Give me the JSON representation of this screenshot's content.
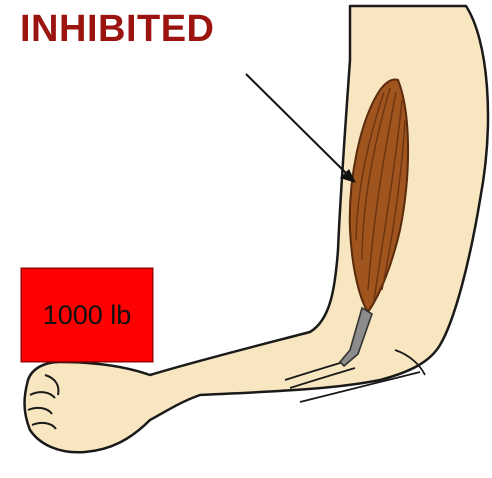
{
  "label": {
    "text": "INHIBITED",
    "color": "#9b1410"
  },
  "weight": {
    "text": "1000 lb",
    "box_color": "#ff0000"
  },
  "colors": {
    "skin": "#f7e6bf",
    "outline": "#1a1a1a",
    "muscle": "#a0541e",
    "muscle_striation": "#6b3412",
    "tendon": "#8c8c8c",
    "arrow": "#111111"
  },
  "icons": {
    "arm": "arm-illustration",
    "muscle": "biceps-muscle-icon",
    "arrow": "pointer-arrow-icon"
  }
}
